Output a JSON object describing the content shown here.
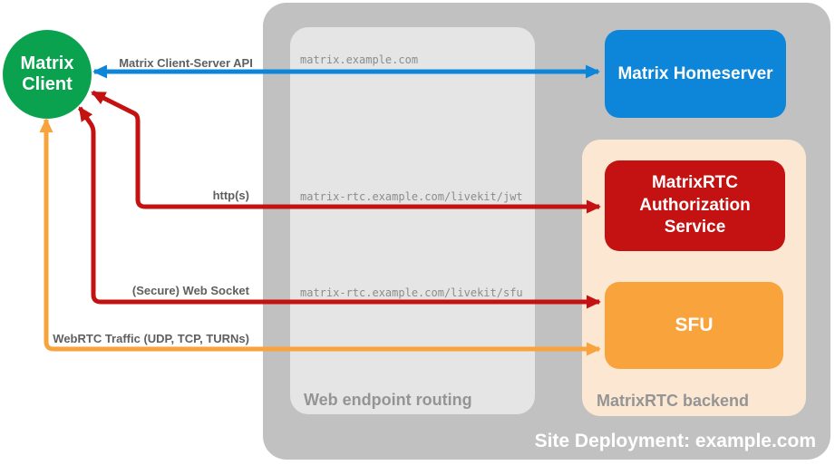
{
  "diagram_title": "Site Deployment: example.com",
  "containers": {
    "site": {
      "label": "Site Deployment: example.com",
      "color": "#c1c1c1"
    },
    "web_routing": {
      "label": "Web endpoint routing",
      "color": "#e5e5e5"
    },
    "rtc_backend": {
      "label": "MatrixRTC backend",
      "color": "#fce8d2"
    }
  },
  "nodes": {
    "client": {
      "label": "Matrix Client",
      "shape": "circle",
      "color": "#0aa24e"
    },
    "homeserver": {
      "label": "Matrix Homeserver",
      "shape": "rounded-rect",
      "color": "#0d86da"
    },
    "auth_service": {
      "label": "MatrixRTC Authorization Service",
      "shape": "rounded-rect",
      "color": "#c41111"
    },
    "sfu": {
      "label": "SFU",
      "shape": "rounded-rect",
      "color": "#f9a33c"
    }
  },
  "connections": [
    {
      "id": "client-server-api",
      "label": "Matrix Client-Server API",
      "endpoint": "matrix.example.com",
      "from": "Matrix Client",
      "to": "Matrix Homeserver",
      "bidirectional": true,
      "color": "#0d86da"
    },
    {
      "id": "http-jwt",
      "label": "http(s)",
      "endpoint": "matrix-rtc.example.com/livekit/jwt",
      "from": "Matrix Client",
      "to": "MatrixRTC Authorization Service",
      "bidirectional": true,
      "color": "#c41111"
    },
    {
      "id": "websocket-sfu",
      "label": "(Secure) Web Socket",
      "endpoint": "matrix-rtc.example.com/livekit/sfu",
      "from": "Matrix Client",
      "to": "SFU",
      "bidirectional": true,
      "color": "#c41111"
    },
    {
      "id": "webrtc-traffic",
      "label": "WebRTC Traffic (UDP, TCP, TURNs)",
      "from": "Matrix Client",
      "to": "SFU",
      "bidirectional": true,
      "color": "#f9a33c"
    }
  ],
  "colors": {
    "client_green": "#0aa24e",
    "homeserver_blue": "#0d86da",
    "auth_red": "#c41111",
    "sfu_orange": "#f9a33c",
    "backend_peach": "#fce8d2",
    "site_gray": "#c1c1c1",
    "routing_gray": "#e5e5e5",
    "connection_label_gray": "#5f5f5f",
    "endpoint_mono_gray": "#8c8c8c",
    "container_label_gray": "#949494",
    "background": "#ffffff"
  }
}
